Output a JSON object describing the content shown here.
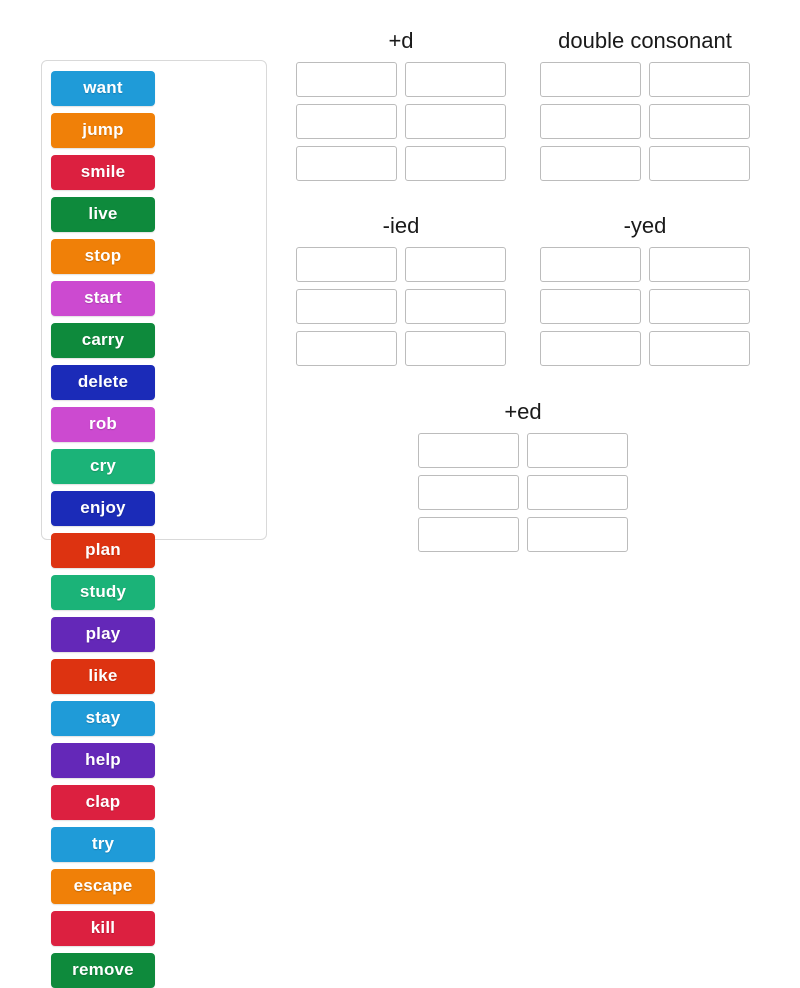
{
  "word_bank": {
    "name": "word-bank",
    "tiles": [
      {
        "label": "want",
        "color": "#1f9bd8"
      },
      {
        "label": "jump",
        "color": "#f08008"
      },
      {
        "label": "smile",
        "color": "#dc2040"
      },
      {
        "label": "live",
        "color": "#0e8a3c"
      },
      {
        "label": "stop",
        "color": "#f08008"
      },
      {
        "label": "start",
        "color": "#cc4ad0"
      },
      {
        "label": "carry",
        "color": "#0e8a3c"
      },
      {
        "label": "delete",
        "color": "#1b2bb8"
      },
      {
        "label": "rob",
        "color": "#cc4ad0"
      },
      {
        "label": "cry",
        "color": "#1bb378"
      },
      {
        "label": "enjoy",
        "color": "#1b2bb8"
      },
      {
        "label": "plan",
        "color": "#dd3311"
      },
      {
        "label": "study",
        "color": "#1bb378"
      },
      {
        "label": "play",
        "color": "#6428b8"
      },
      {
        "label": "like",
        "color": "#dd3311"
      },
      {
        "label": "stay",
        "color": "#1f9bd8"
      },
      {
        "label": "help",
        "color": "#6428b8"
      },
      {
        "label": "clap",
        "color": "#dc2040"
      },
      {
        "label": "try",
        "color": "#1f9bd8"
      },
      {
        "label": "escape",
        "color": "#f08008"
      },
      {
        "label": "kill",
        "color": "#dc2040"
      },
      {
        "label": "remove",
        "color": "#0e8a3c"
      }
    ]
  },
  "categories": [
    {
      "id": "plus-d",
      "title": "+d",
      "slot_count": 6,
      "slots": [
        "",
        "",
        "",
        "",
        "",
        ""
      ]
    },
    {
      "id": "double-consonant",
      "title": "double consonant",
      "slot_count": 6,
      "slots": [
        "",
        "",
        "",
        "",
        "",
        ""
      ]
    },
    {
      "id": "ied",
      "title": "-ied",
      "slot_count": 6,
      "slots": [
        "",
        "",
        "",
        "",
        "",
        ""
      ]
    },
    {
      "id": "yed",
      "title": "-yed",
      "slot_count": 6,
      "slots": [
        "",
        "",
        "",
        "",
        "",
        ""
      ]
    },
    {
      "id": "plus-ed",
      "title": "+ed",
      "slot_count": 6,
      "slots": [
        "",
        "",
        "",
        "",
        "",
        ""
      ]
    }
  ],
  "theme": {
    "background": "#ffffff",
    "slot_border": "#bcbcbc",
    "panel_border": "#d9d9d9",
    "title_color": "#1a1a1a",
    "tile_text_color": "#ffffff"
  }
}
